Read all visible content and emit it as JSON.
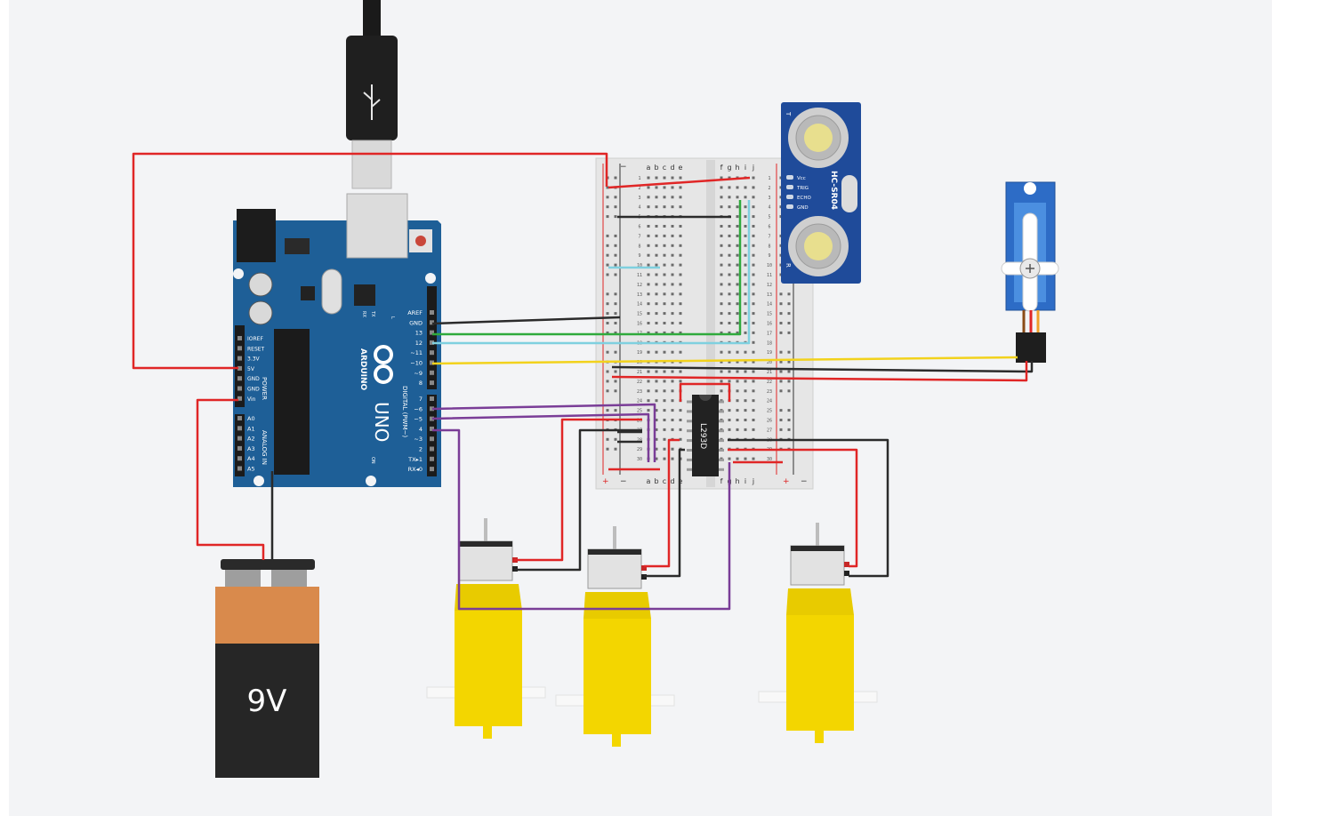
{
  "arduino": {
    "brand": "ARDUINO",
    "model": "UNO",
    "digital_label": "DIGITAL (PWM~)",
    "power_label": "POWER",
    "analog_label": "ANALOG IN",
    "on_label": "ON",
    "tx_label": "TX",
    "rx_label": "RX",
    "l_label": "L",
    "power_pins": [
      "IOREF",
      "RESET",
      "3.3V",
      "5V",
      "GND",
      "GND",
      "Vin"
    ],
    "analog_pins": [
      "A0",
      "A1",
      "A2",
      "A3",
      "A4",
      "A5"
    ],
    "digital_pins": [
      "AREF",
      "GND",
      "13",
      "12",
      "~11",
      "~10",
      "~9",
      "8",
      "7",
      "~6",
      "~5",
      "4",
      "~3",
      "2",
      "TX▸1",
      "RX◂0"
    ]
  },
  "breadboard": {
    "col_letters_left": [
      "a",
      "b",
      "c",
      "d",
      "e"
    ],
    "col_letters_right": [
      "f",
      "g",
      "h",
      "i",
      "j"
    ],
    "rail_plus": "+",
    "rail_minus": "−"
  },
  "ultrasonic": {
    "model": "HC-SR04",
    "pins": [
      "Vcc",
      "TRIG",
      "ECHO",
      "GND"
    ],
    "t_label": "T",
    "r_label": "R"
  },
  "driver_ic": {
    "label": "L293D"
  },
  "battery": {
    "label": "9V"
  },
  "colors": {
    "board_blue": "#1e5f97",
    "wire_red": "#e02626",
    "wire_black": "#2b2b2b",
    "wire_green": "#2faa3c",
    "wire_cyan": "#7fd0df",
    "wire_yellow": "#f2d21c",
    "wire_purple": "#7a3d97",
    "motor_yellow": "#f3d600",
    "battery_orange": "#d98a4c",
    "battery_black": "#262626"
  }
}
